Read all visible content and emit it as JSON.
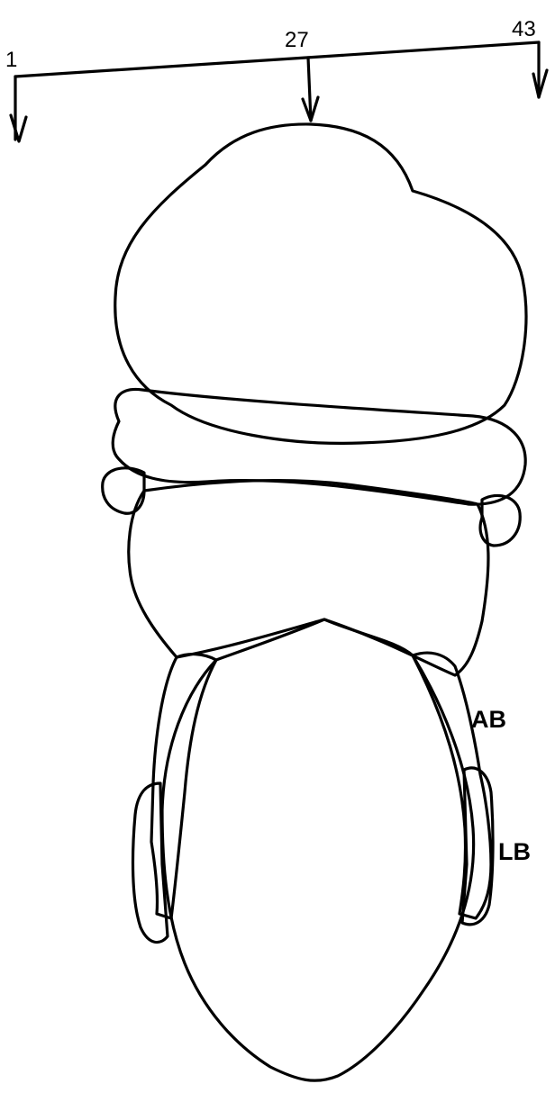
{
  "scale": {
    "ticks": [
      "1",
      "27",
      "43"
    ]
  },
  "labels": {
    "ab": "AB",
    "lb": "LB"
  }
}
